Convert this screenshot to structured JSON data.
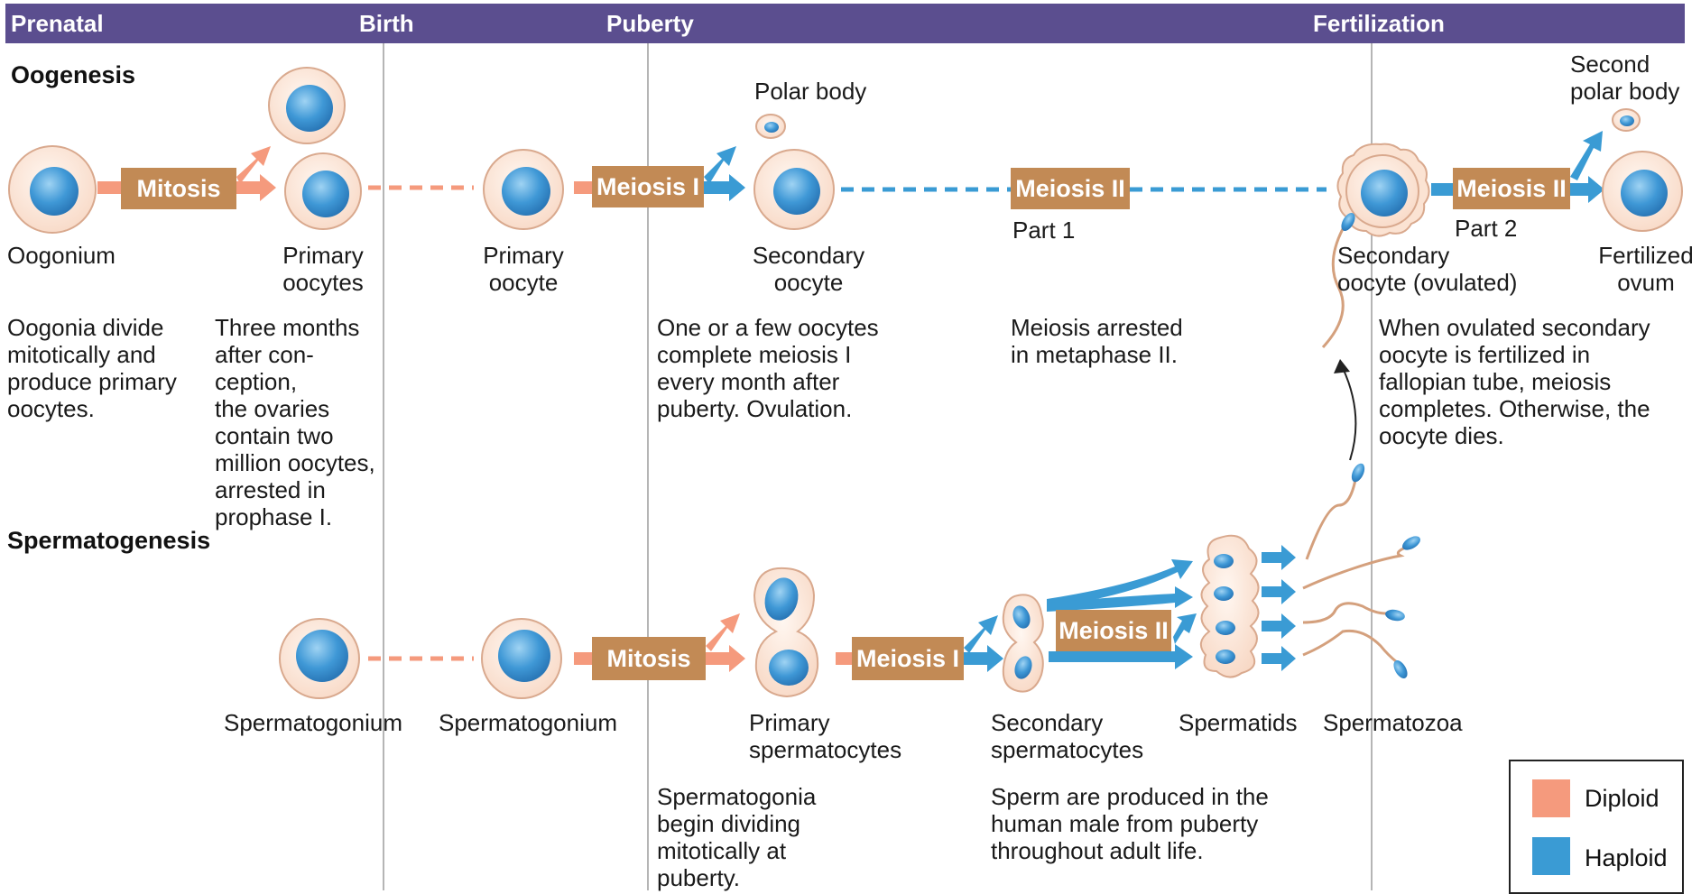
{
  "stages": [
    "Prenatal",
    "Birth",
    "Puberty",
    "Fertilization"
  ],
  "sections": {
    "oogenesis": "Oogenesis",
    "spermatogenesis": "Spermatogenesis"
  },
  "processes": {
    "oo_mitosis": "Mitosis",
    "oo_meiosis1": "Meiosis I",
    "oo_meiosis2a": "Meiosis II",
    "oo_meiosis2b": "Meiosis II",
    "sp_mitosis": "Mitosis",
    "sp_meiosis1": "Meiosis I",
    "sp_meiosis2": "Meiosis II"
  },
  "cells": {
    "oogonium": "Oogonium",
    "primary_oocytes": "Primary\noocytes",
    "primary_oocyte": "Primary\noocyte",
    "polar_body": "Polar body",
    "secondary_oocyte": "Secondary\noocyte",
    "second_polar_body": "Second\npolar body",
    "secondary_oocyte_ovulated": "Secondary\noocyte (ovulated)",
    "fertilized_ovum": "Fertilized\novum",
    "spermatogonium_1": "Spermatogonium",
    "spermatogonium_2": "Spermatogonium",
    "primary_spermatocytes": "Primary\nspermatocytes",
    "secondary_spermatocytes": "Secondary\nspermatocytes",
    "spermatids": "Spermatids",
    "spermatozoa": "Spermatozoa"
  },
  "parts": {
    "part1": "Part 1",
    "part2": "Part 2"
  },
  "notes": {
    "oogonia": "Oogonia divide\nmitotically and\nproduce primary\noocytes.",
    "three_months": "Three months\nafter con-\nception,\nthe ovaries\ncontain two\nmillion oocytes,\narrested in\nprophase I.",
    "monthly": "One or a few oocytes\ncomplete meiosis I\nevery month after\npuberty. Ovulation.",
    "arrested": "Meiosis arrested\nin metaphase II.",
    "ovulated": "When ovulated secondary\noocyte is fertilized in\nfallopian tube, meiosis\ncompletes. Otherwise, the\noocyte dies.",
    "spermatogonia": "Spermatogonia\nbegin dividing\nmitotically at\npuberty.",
    "sperm": "Sperm are produced in the\nhuman male from puberty\nthroughout adult life."
  },
  "legend": {
    "diploid": "Diploid",
    "haploid": "Haploid"
  },
  "colors": {
    "header": "#5b4e8f",
    "diploid": "#f59a7d",
    "haploid": "#3a9bd4",
    "process_box": "#c28a55",
    "cell_fill": "#fbe3d3",
    "cell_stroke": "#d9a98e",
    "nucleus": "#3f98d6",
    "divider": "#b5b5b5"
  }
}
